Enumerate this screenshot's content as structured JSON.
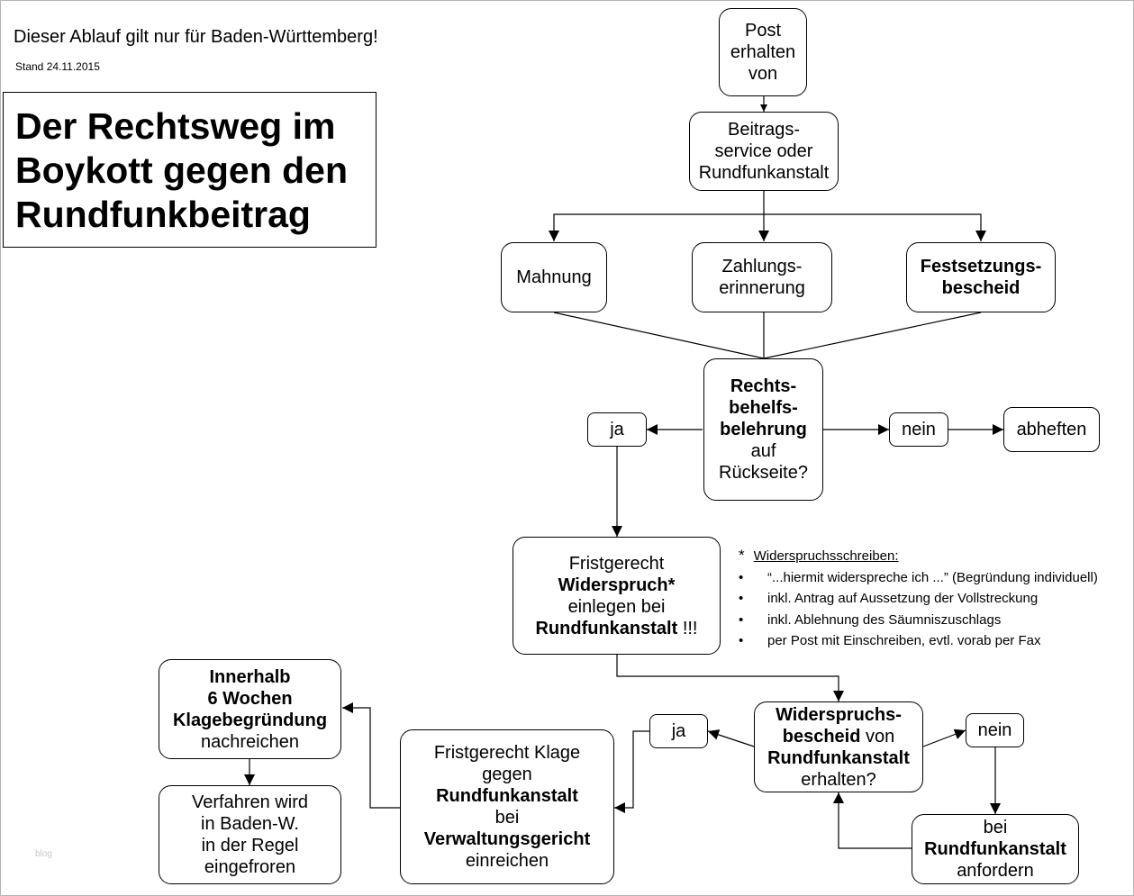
{
  "header": {
    "scope": "Dieser Ablauf gilt nur für Baden-Württemberg!",
    "stand": "Stand 24.11.2015"
  },
  "title": {
    "line1": "Der Rechtsweg im",
    "line2": "Boykott gegen den",
    "line3": "Rundfunkbeitrag"
  },
  "nodes": {
    "post": {
      "lines": [
        "Post",
        "erhalten",
        "von"
      ]
    },
    "beitrag": {
      "lines": [
        "Beitrags-",
        "service oder",
        "Rundfunkanstalt"
      ]
    },
    "mahnung": {
      "lines": [
        "Mahnung"
      ]
    },
    "zahlung": {
      "lines": [
        "Zahlungs-",
        "erinnerung"
      ]
    },
    "festsetzung": {
      "lines": [
        "Festsetzungs-",
        "bescheid"
      ]
    },
    "rechtsbehelf": {
      "lines": [
        "Rechts-",
        "behelfs-",
        "belehrung",
        "auf",
        "Rückseite?"
      ]
    },
    "ja1": {
      "lines": [
        "ja"
      ]
    },
    "nein1": {
      "lines": [
        "nein"
      ]
    },
    "abheften": {
      "lines": [
        "abheften"
      ]
    },
    "widerspruch": {
      "line1": "Fristgerecht",
      "line2": "Widerspruch*",
      "line3": "einlegen bei",
      "line4a": "Rundfunkanstalt",
      "line4b": " !!!"
    },
    "bescheid": {
      "line1": "Widerspruchs-",
      "line2a": "bescheid",
      "line2b": " von",
      "line3": "Rundfunkanstalt",
      "line4": "erhalten?"
    },
    "ja2": {
      "lines": [
        "ja"
      ]
    },
    "nein2": {
      "lines": [
        "nein"
      ]
    },
    "anfordern": {
      "lines": [
        "bei",
        "Rundfunkanstalt",
        "anfordern"
      ]
    },
    "klage": {
      "lines": [
        "Fristgerecht Klage",
        "gegen",
        "Rundfunkanstalt",
        "bei",
        "Verwaltungsgericht",
        "einreichen"
      ]
    },
    "innerhalb": {
      "lines": [
        "Innerhalb",
        "6 Wochen",
        "Klagebegründung",
        "nachreichen"
      ]
    },
    "verfahren": {
      "lines": [
        "Verfahren wird",
        "in Baden-W.",
        "in der Regel",
        "eingefroren"
      ]
    }
  },
  "note": {
    "star": "*",
    "heading": "Widerspruchsschreiben:",
    "items": [
      "“...hiermit widerspreche ich ...” (Begründung individuell)",
      "inkl. Antrag auf Aussetzung der Vollstreckung",
      "inkl. Ablehnung des Säumniszuschlags",
      "per Post mit Einschreiben, evtl. vorab per Fax"
    ]
  },
  "watermark": "blog"
}
